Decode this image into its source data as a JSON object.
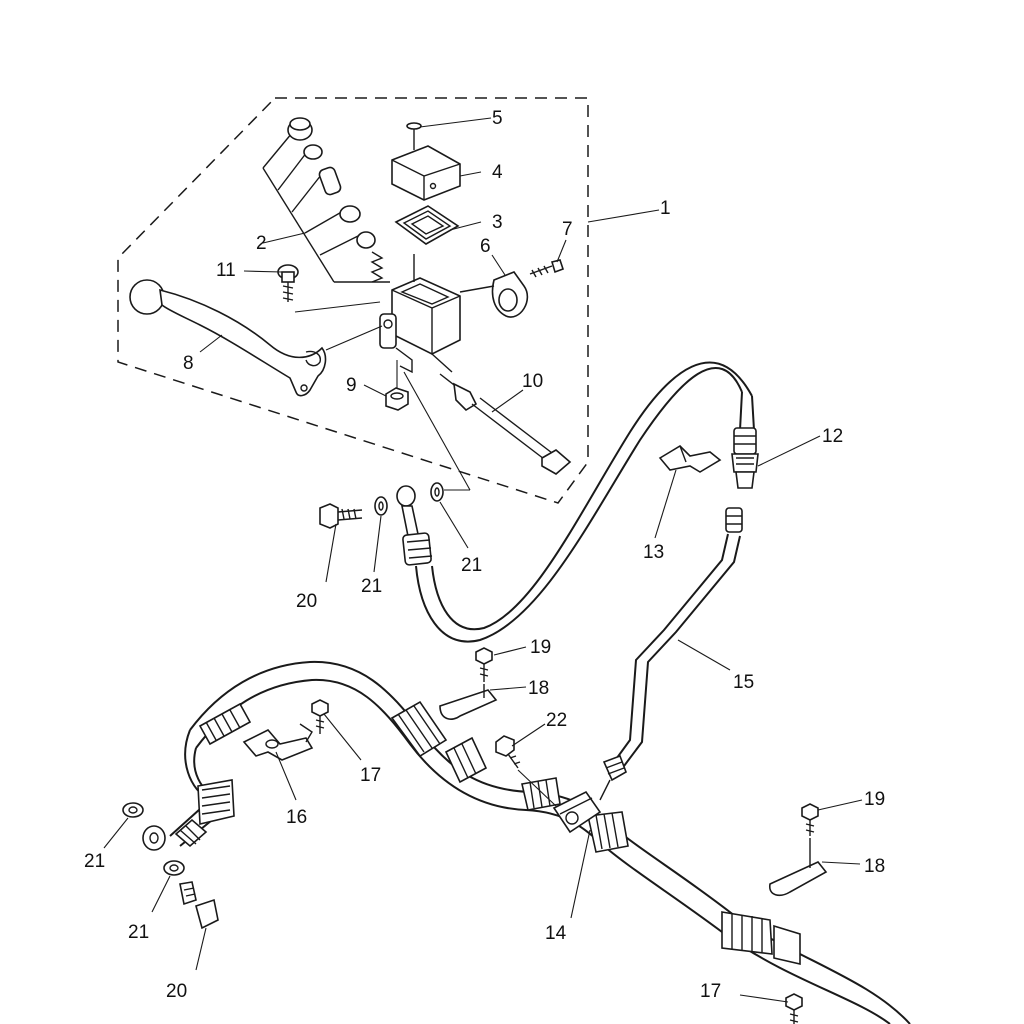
{
  "diagram": {
    "labels": {
      "p1": "1",
      "p2": "2",
      "p3": "3",
      "p4": "4",
      "p5": "5",
      "p6": "6",
      "p7": "7",
      "p8": "8",
      "p9": "9",
      "p10": "10",
      "p11": "11",
      "p12": "12",
      "p13": "13",
      "p14": "14",
      "p15": "15",
      "p16": "16",
      "p17a": "17",
      "p17b": "17",
      "p18a": "18",
      "p18b": "18",
      "p19a": "19",
      "p19b": "19",
      "p20a": "20",
      "p20b": "20",
      "p21a": "21",
      "p21b": "21",
      "p21c": "21",
      "p21d": "21",
      "p22": "22"
    }
  }
}
